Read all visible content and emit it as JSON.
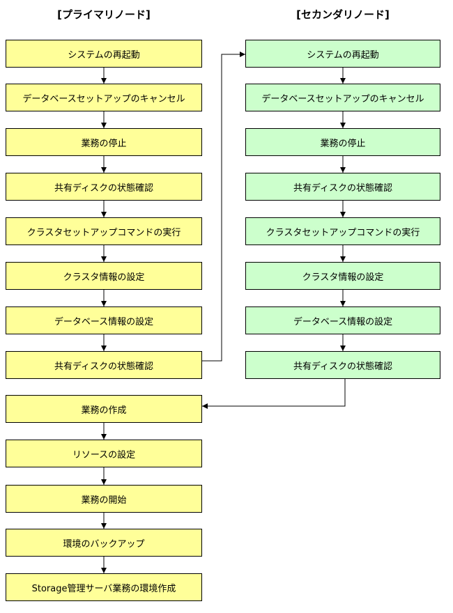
{
  "headers": {
    "primary": "[プライマリノード]",
    "secondary": "[セカンダリノード]"
  },
  "colors": {
    "primary_fill": "#ffff99",
    "secondary_fill": "#ccffcc",
    "stroke": "#000000"
  },
  "primary_steps": [
    "システムの再起動",
    "データベースセットアップのキャンセル",
    "業務の停止",
    "共有ディスクの状態確認",
    "クラスタセットアップコマンドの実行",
    "クラスタ情報の設定",
    "データベース情報の設定",
    "共有ディスクの状態確認",
    "業務の作成",
    "リソースの設定",
    "業務の開始",
    "環境のバックアップ",
    "Storage管理サーバ業務の環境作成"
  ],
  "secondary_steps": [
    "システムの再起動",
    "データベースセットアップのキャンセル",
    "業務の停止",
    "共有ディスクの状態確認",
    "クラスタセットアップコマンドの実行",
    "クラスタ情報の設定",
    "データベース情報の設定",
    "共有ディスクの状態確認"
  ]
}
